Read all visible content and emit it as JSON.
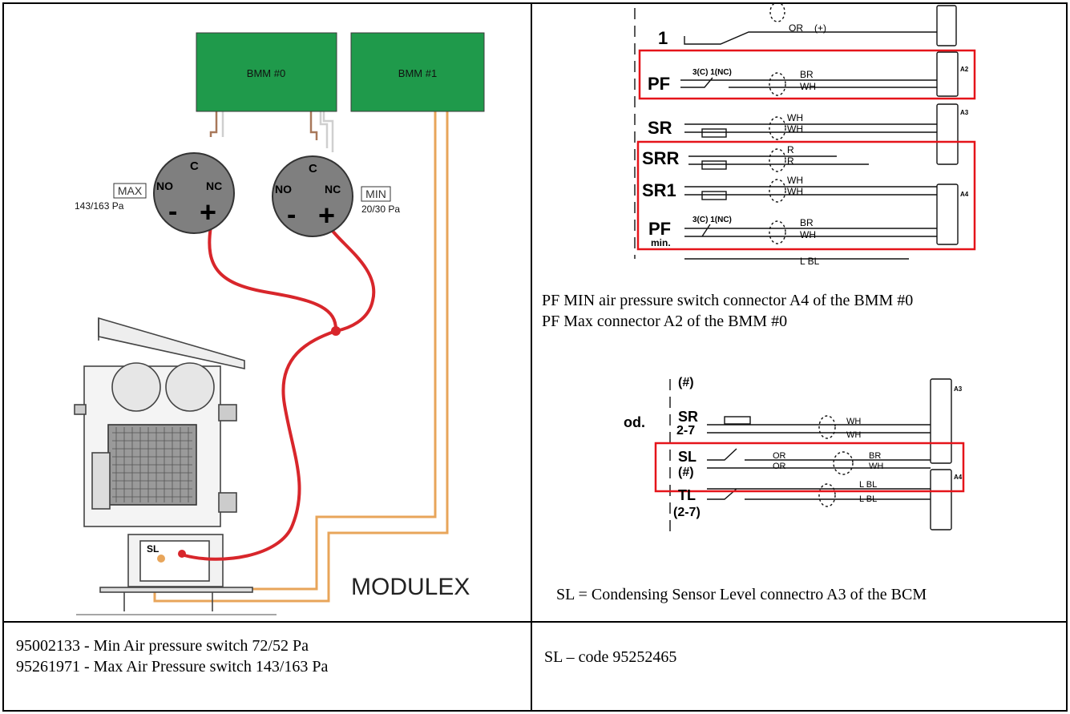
{
  "left_diagram": {
    "bmm0_label": "BMM #0",
    "bmm1_label": "BMM #1",
    "switch_max": {
      "c": "C",
      "no": "NO",
      "nc": "NC",
      "minus": "-",
      "plus": "+",
      "tag": "MAX",
      "range": "143/163 Pa"
    },
    "switch_min": {
      "c": "C",
      "no": "NO",
      "nc": "NC",
      "minus": "-",
      "plus": "+",
      "tag": "MIN",
      "range": "20/30 Pa"
    },
    "sl_label": "SL",
    "brand": "MODULEX",
    "colors": {
      "bmm_green": "#1f9a4b",
      "wire_red": "#d8262b",
      "wire_orange": "#e8a55a",
      "wire_brown": "#a8785a",
      "switch_grey": "#7f7f7f"
    }
  },
  "schematic_top": {
    "rows": [
      {
        "label": "1",
        "wires": [
          "OR",
          "(+)"
        ]
      },
      {
        "label": "PF",
        "contacts": "3(C)  1(NC)",
        "wires": [
          "BR",
          "WH"
        ]
      },
      {
        "label": "SR",
        "wires": [
          "WH",
          "WH"
        ]
      },
      {
        "label": "SRR",
        "wires": [
          "R",
          "R"
        ]
      },
      {
        "label": "SR1",
        "wires": [
          "WH",
          "WH"
        ]
      },
      {
        "label": "PF",
        "sublabel": "min.",
        "contacts": "3(C)  1(NC)",
        "wires": [
          "BR",
          "WH"
        ]
      },
      {
        "label": "",
        "wires": [
          "L BL"
        ]
      }
    ],
    "connectors": [
      "A2",
      "A3",
      "A4"
    ]
  },
  "caption_top": [
    "PF MIN air pressure switch connector A4 of the BMM #0",
    "PF Max connector A2 of the BMM #0"
  ],
  "schematic_bottom": {
    "rows": [
      {
        "label": "(#)",
        "wires": []
      },
      {
        "label": "SR",
        "sublabel": "2-7",
        "wires": [
          "WH",
          "WH"
        ]
      },
      {
        "label": "SL",
        "sublabel": "(#)",
        "wires": [
          "OR",
          "OR",
          "BR",
          "WH"
        ]
      },
      {
        "label": "TL",
        "sublabel": "(2-7)",
        "wires": [
          "L BL",
          "L BL"
        ]
      }
    ],
    "left_fragment": "od.",
    "connectors": [
      "A3",
      "A4"
    ]
  },
  "caption_bottom": "SL = Condensing Sensor Level connectro A3 of the BCM",
  "parts_left": [
    "95002133 -  Min Air pressure switch 72/52 Pa",
    "95261971 -  Max Air Pressure switch 143/163 Pa"
  ],
  "parts_right": "SL – code 95252465"
}
